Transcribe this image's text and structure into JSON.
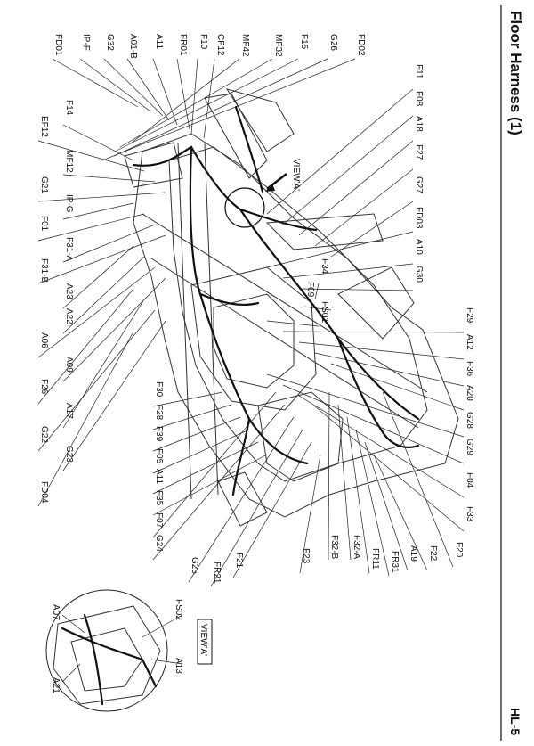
{
  "header": {
    "title": "Floor Harness (1)",
    "page_number": "HL-5"
  },
  "view_label": "VIEW'A'",
  "view_box_label": "VIEW'A'",
  "connectors_left": [
    "FD01",
    "IP-F",
    "G32",
    "A01-B",
    "A11",
    "FR01",
    "F10",
    "CF12",
    "MF42",
    "MF32",
    "F15",
    "G26",
    "FD02"
  ],
  "connectors_top_left": [
    "F14",
    "EF12",
    "MF12",
    "G21",
    "IP-G",
    "F01",
    "F31-A",
    "F31-B",
    "A23",
    "A22",
    "A06",
    "A09",
    "F26",
    "A17",
    "G22",
    "G23",
    "FD04"
  ],
  "connectors_right": [
    "F11",
    "F08",
    "A18",
    "F27",
    "G27",
    "FD03",
    "A10",
    "G30",
    "F34",
    "F09",
    "FS01",
    "F29",
    "A12",
    "F36",
    "A20",
    "G28",
    "G29",
    "F04",
    "F33"
  ],
  "connectors_bottom": [
    "F30",
    "F28",
    "F39",
    "F05",
    "A11",
    "F35",
    "F07",
    "G24",
    "G25",
    "FR21",
    "F21",
    "F23",
    "F32-B",
    "F32-A",
    "FR11",
    "FR31",
    "A19",
    "F22",
    "F20"
  ],
  "inset_labels": [
    "A07",
    "A21",
    "FS02",
    "A13"
  ]
}
